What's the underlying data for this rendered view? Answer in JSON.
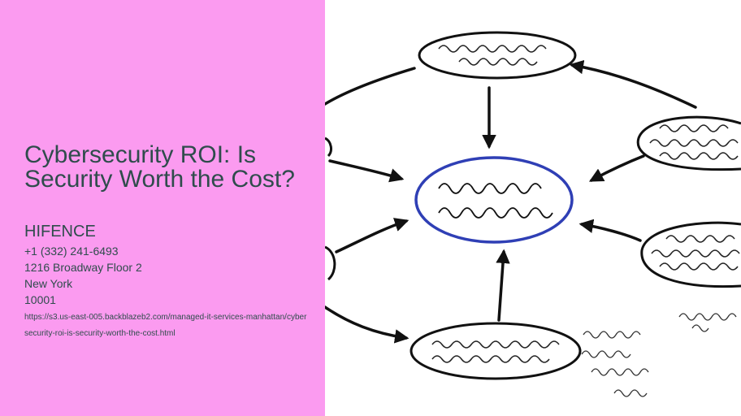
{
  "page": {
    "title": "Cybersecurity ROI: Is Security Worth the Cost?",
    "company": "HIFENCE",
    "phone": "+1 (332) 241-6493",
    "street": "1216 Broadway Floor 2",
    "city": "New York",
    "zip": "10001",
    "url": "https://s3.us-east-005.backblazeb2.com/managed-it-services-manhattan/cybersecurity-roi-is-security-worth-the-cost.html"
  },
  "colors": {
    "panel": "#fb9bf0",
    "text": "#2f4c4c",
    "center_ring": "#2f3fb5",
    "ink": "#111111"
  }
}
